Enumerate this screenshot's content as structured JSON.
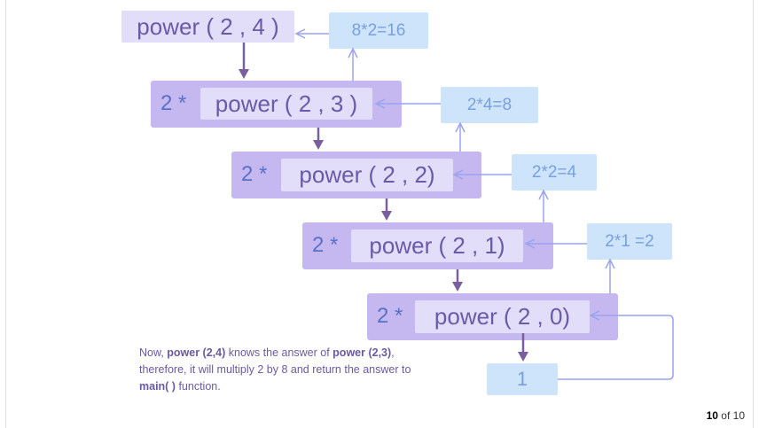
{
  "calls": [
    {
      "multiplier": "",
      "text": "power ( 2 , 4 )"
    },
    {
      "multiplier": "2 *",
      "text": "power ( 2 , 3 )"
    },
    {
      "multiplier": "2 *",
      "text": "power ( 2 , 2)"
    },
    {
      "multiplier": "2 *",
      "text": "power ( 2 , 1)"
    },
    {
      "multiplier": "2 *",
      "text": "power ( 2 , 0)"
    }
  ],
  "returns": [
    "8*2=16",
    "2*4=8",
    "2*2=4",
    "2*1 =2",
    "1"
  ],
  "note": {
    "p1": "Now, ",
    "b1": "power (2,4)",
    "p2": " knows the answer of ",
    "b2": "power (2,3)",
    "p3": ", therefore, it will multiply 2 by 8 and return the answer to ",
    "b3": "main( )",
    "p4": " function."
  },
  "pager": {
    "current": "10",
    "sep": "of",
    "total": "10"
  },
  "colors": {
    "call_outer": "#c5b8f0",
    "call_inner": "#e2ddf8",
    "return_box": "#cde4fb",
    "down_arrow": "#7a5f9e",
    "return_arrow": "#9aa2ee"
  }
}
